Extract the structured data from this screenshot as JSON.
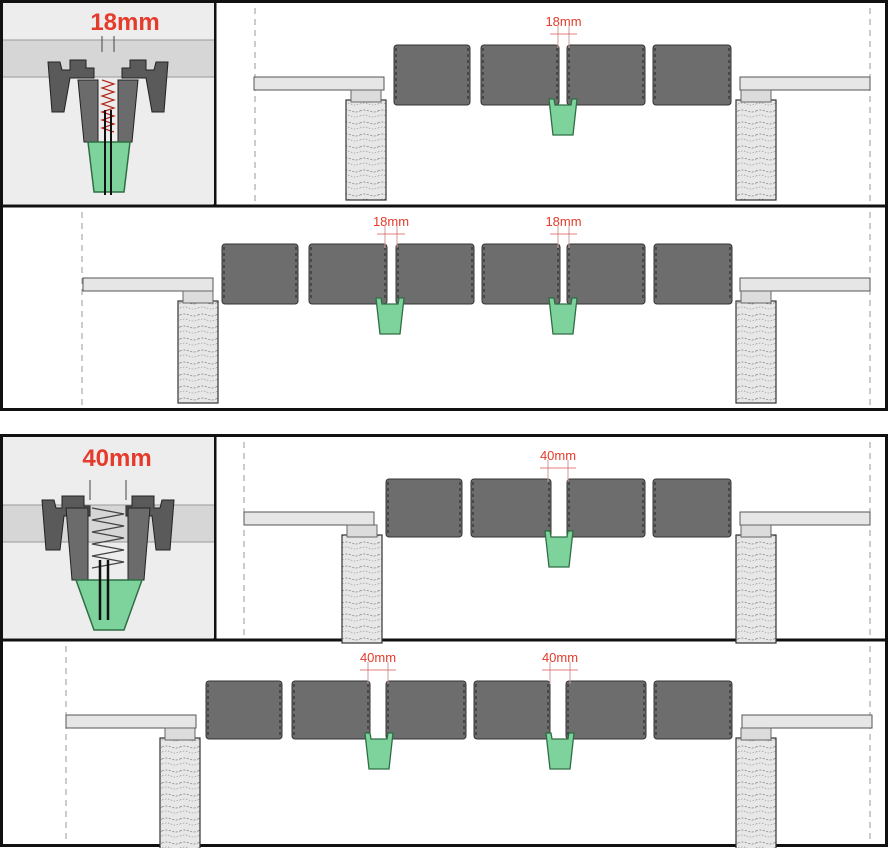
{
  "colors": {
    "panel": "#6d6d6d",
    "panel_dark": "#4a4a4a",
    "seal": "#7ed39d",
    "seal_stroke": "#2f6e45",
    "rail": "#e6e6e6",
    "post": "#dcdcdc",
    "dimension": "#e53b2c",
    "frame": "#111111",
    "bg": "#ffffff",
    "detail_bg": "#ededed"
  },
  "labels": {
    "detail_a": "18mm",
    "detail_b": "40mm"
  },
  "rows": [
    {
      "gap_label": "18mm",
      "gap_labels": [
        "18mm"
      ]
    },
    {
      "gap_label": "18mm",
      "gap_labels": [
        "18mm",
        "18mm"
      ]
    },
    {
      "gap_label": "40mm",
      "gap_labels": [
        "40mm"
      ]
    },
    {
      "gap_label": "40mm",
      "gap_labels": [
        "40mm",
        "40mm"
      ]
    }
  ]
}
